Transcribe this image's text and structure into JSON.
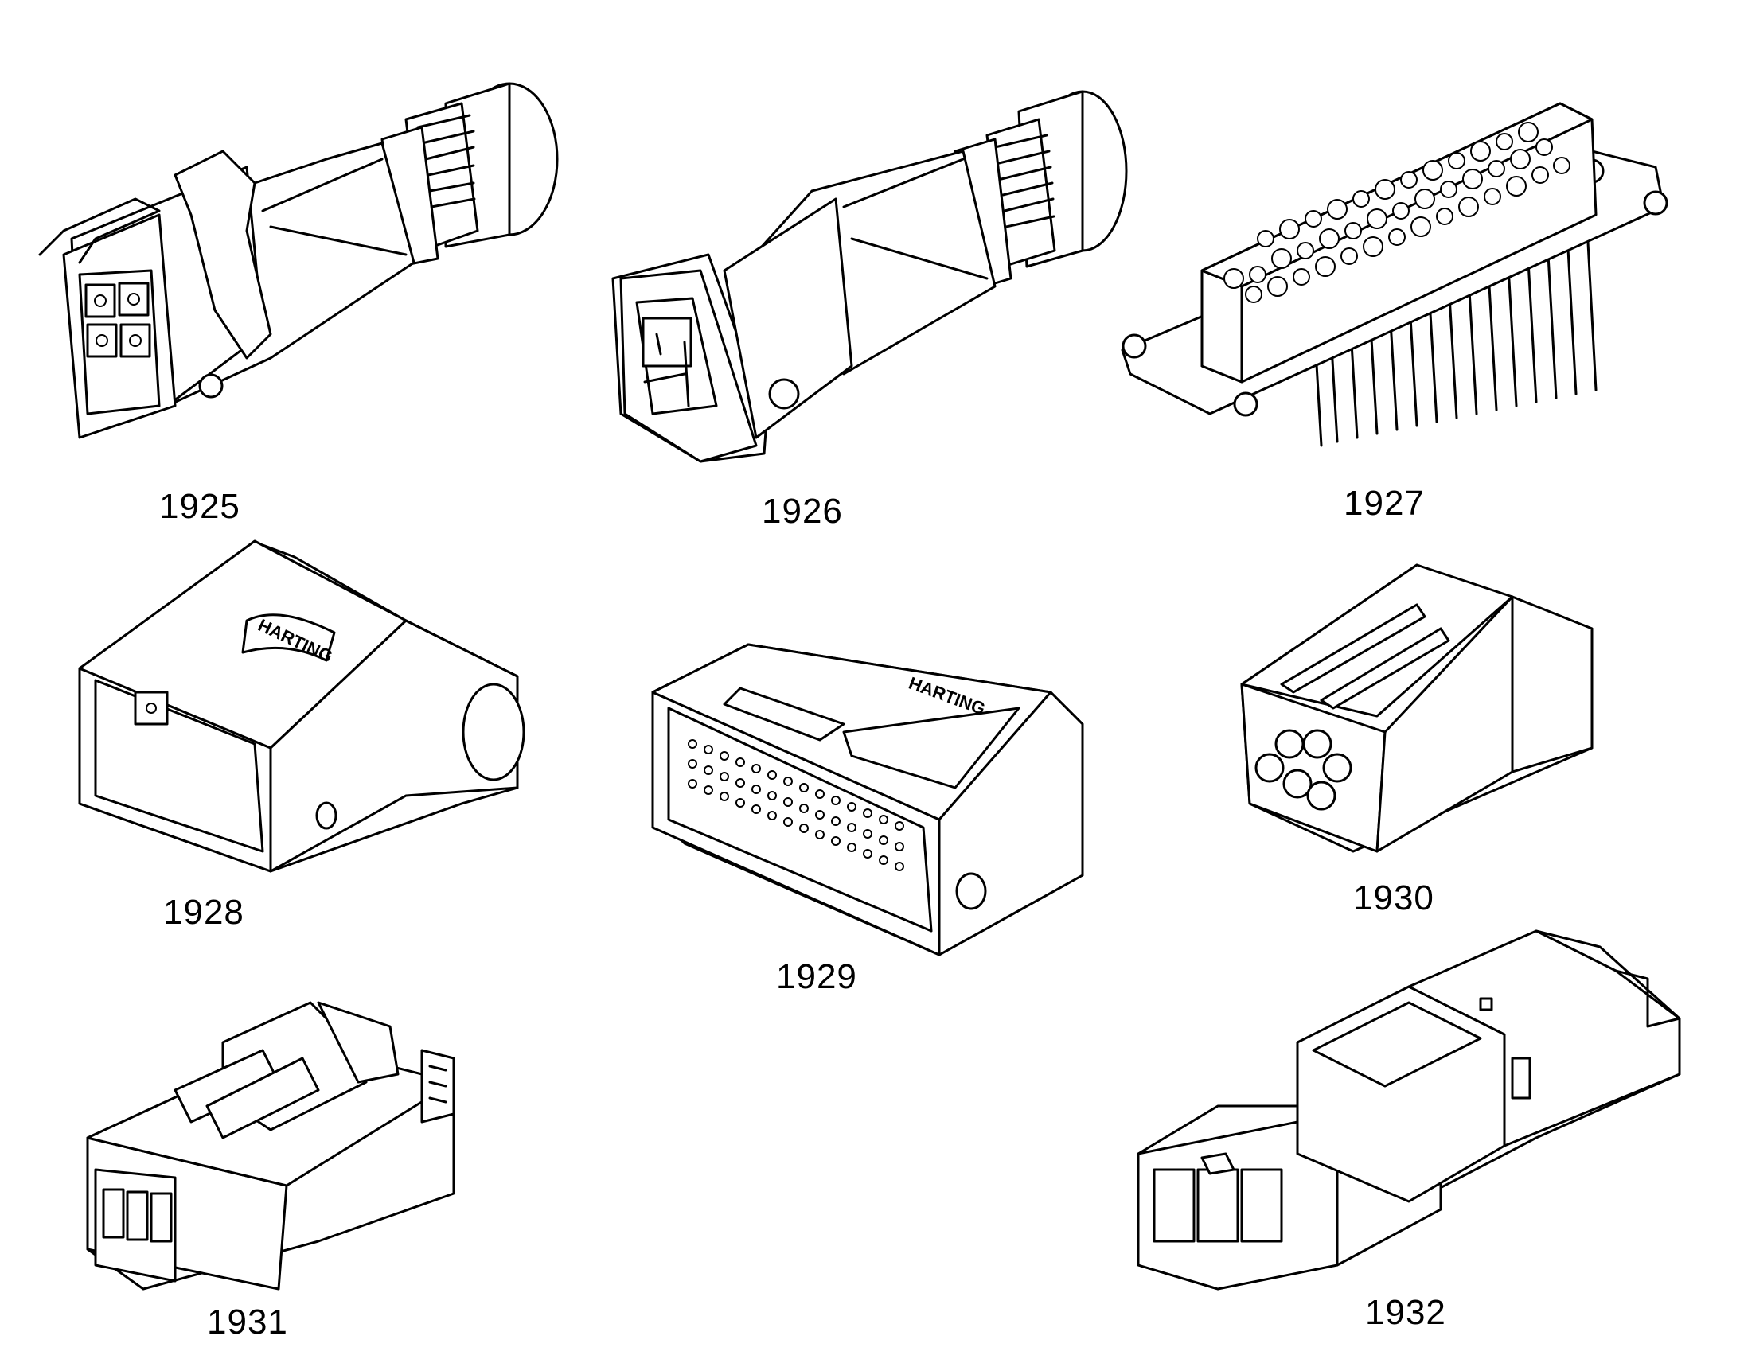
{
  "figures": [
    {
      "id": "1925",
      "label": "1925"
    },
    {
      "id": "1926",
      "label": "1926"
    },
    {
      "id": "1927",
      "label": "1927"
    },
    {
      "id": "1928",
      "label": "1928"
    },
    {
      "id": "1929",
      "label": "1929"
    },
    {
      "id": "1930",
      "label": "1930"
    },
    {
      "id": "1931",
      "label": "1931"
    },
    {
      "id": "1932",
      "label": "1932"
    }
  ],
  "logo_text": "HARTING",
  "colors": {
    "line": "#000000",
    "background": "#ffffff"
  }
}
